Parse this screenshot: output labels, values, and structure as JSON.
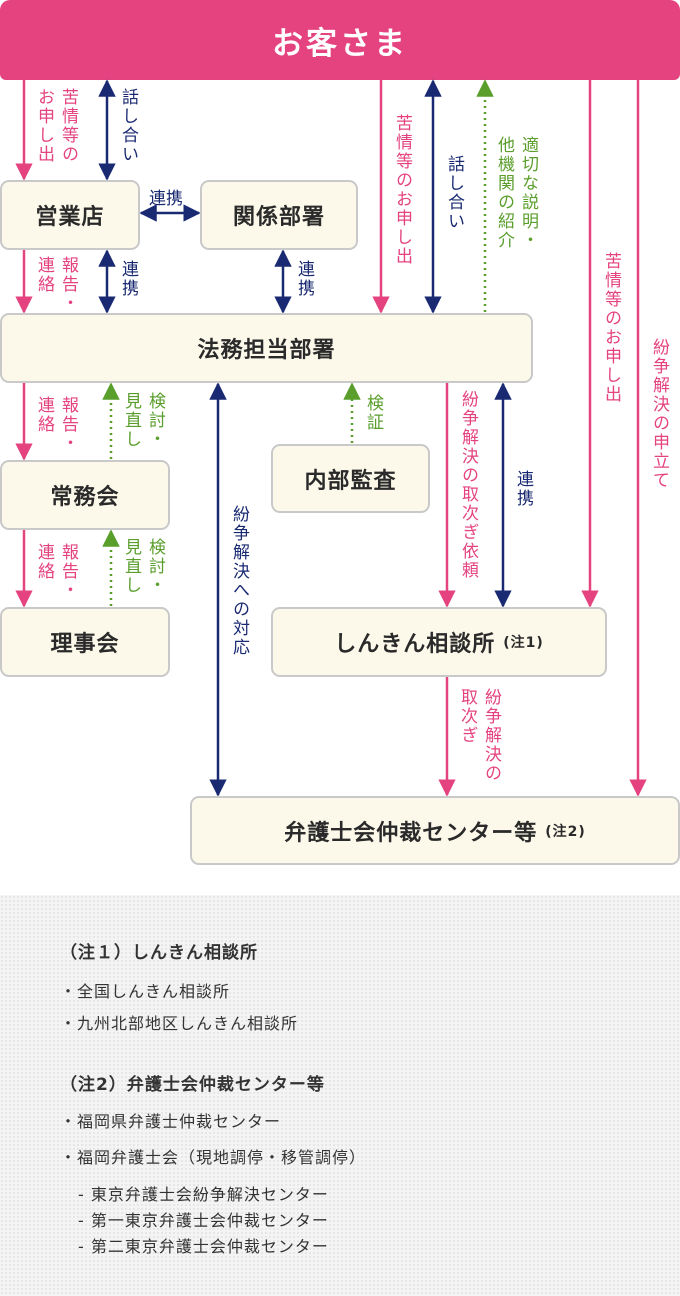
{
  "colors": {
    "complaint": "#e4437f",
    "cooperation": "#1a2a72",
    "review": "#5a9e2c"
  },
  "customer": "お客さま",
  "boxes": {
    "branch": "営業店",
    "related": "関係部署",
    "legal": "法務担当部署",
    "executive": "常務会",
    "audit": "内部監査",
    "board": "理事会",
    "shinkin": "しんきん相談所",
    "shinkin_note": "(注1)",
    "bar": "弁護士会仲裁センター等",
    "bar_note": "(注2)"
  },
  "labels": {
    "complaint1": "苦情等の\nお申し出",
    "talk1": "話し合い",
    "coop_h": "連携",
    "report1": "報告・\n連絡",
    "coop1": "連携",
    "coop2": "連携",
    "complaint2": "苦情等のお申し出",
    "talk2": "話し合い",
    "explain": "適切な説明・\n他機関の紹介",
    "complaint3": "苦情等のお申し出",
    "petition": "紛争解決の申立て",
    "report2": "報告・\n連絡",
    "review1": "検討・\n見直し",
    "dispute_resp": "紛争解決への対応",
    "verify": "検証",
    "intermed_req": "紛争解決の取次ぎ依頼",
    "coop3": "連携",
    "report3": "報告・\n連絡",
    "review2": "検討・\n見直し",
    "intermed": "紛争解決の\n取次ぎ"
  },
  "notes": {
    "note1_title": "（注１）しんきん相談所",
    "note1_items": [
      "・全国しんきん相談所",
      "・九州北部地区しんきん相談所"
    ],
    "note2_title": "（注2）弁護士会仲裁センター等",
    "note2_items": [
      "・福岡県弁護士仲裁センター",
      "・福岡弁護士会（現地調停・移管調停）"
    ],
    "note2_sub": [
      "- 東京弁護士会紛争解決センター",
      "- 第一東京弁護士会仲裁センター",
      "- 第二東京弁護士会仲裁センター"
    ]
  }
}
